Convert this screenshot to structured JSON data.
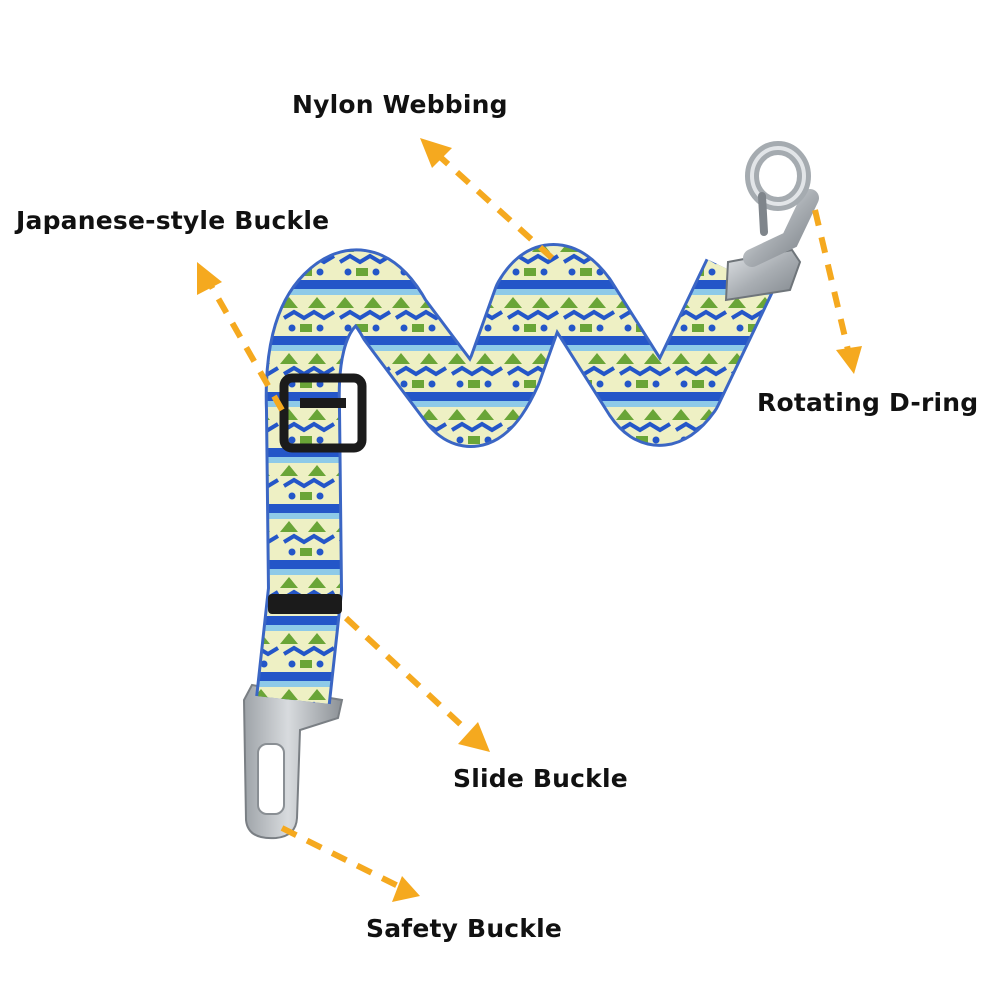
{
  "colors": {
    "arrow": "#f5a91f",
    "strap_cream": "#eef0c4",
    "strap_blue": "#2456c8",
    "strap_light_blue": "#8ecae8",
    "strap_green": "#6aa537",
    "hardware_black": "#1b1b1b",
    "metal": "#b4b8bd"
  },
  "labels": {
    "nylon_webbing": "Nylon Webbing",
    "japanese_buckle": "Japanese-style Buckle",
    "rotating_d_ring": "Rotating D-ring",
    "slide_buckle": "Slide Buckle",
    "safety_buckle": "Safety Buckle"
  },
  "icons": {
    "strap": "patterned-strap-icon",
    "clip": "metal-snap-hook-icon",
    "latch": "seatbelt-latch-icon"
  }
}
